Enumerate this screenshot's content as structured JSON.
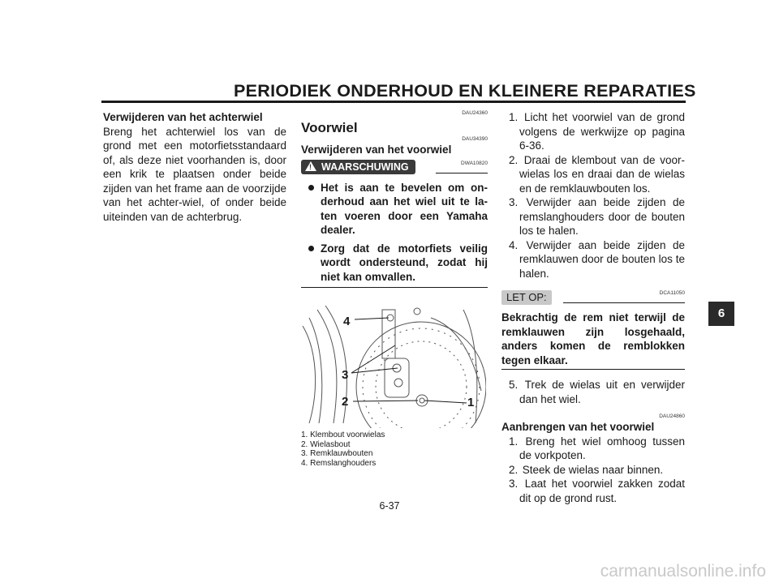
{
  "header": {
    "title": "PERIODIEK ONDERHOUD EN KLEINERE REPARATIES"
  },
  "col1": {
    "heading": "Verwijderen van het achterwiel",
    "body": "Breng het achterwiel los van de grond met een motorfietsstandaard of, als deze niet voorhanden is, door een krik te plaatsen onder beide zijden van het frame aan de voorzijde van het achter-wiel, of onder beide uiteinden van de achterbrug."
  },
  "col2": {
    "code1": "DAU24360",
    "heading": "Voorwiel",
    "code2": "DAU34390",
    "subheading": "Verwijderen van het voorwiel",
    "warning_label": "WAARSCHUWING",
    "warning_code": "DWA10820",
    "warnings": [
      "Het is aan te bevelen om on-derhoud aan het wiel uit te la-ten voeren door een Yamaha dealer.",
      "Zorg dat de motorfiets veilig wordt ondersteund, zodat hij niet kan omvallen."
    ],
    "callouts": [
      "4",
      "3",
      "2",
      "1"
    ],
    "captions": [
      "1. Klembout voorwielas",
      "2. Wielasbout",
      "3. Remklauwbouten",
      "4. Remslanghouders"
    ]
  },
  "col3": {
    "steps": [
      {
        "num": "1.",
        "text": "Licht het voorwiel van de grond volgens de werkwijze op pagina 6-36."
      },
      {
        "num": "2.",
        "text": "Draai de klembout van de voor-wielas los en draai dan de wielas en de remklauwbouten los."
      },
      {
        "num": "3.",
        "text": "Verwijder aan beide zijden de remslanghouders door de bouten los te halen."
      },
      {
        "num": "4.",
        "text": "Verwijder aan beide zijden de remklauwen door de bouten los te halen."
      }
    ],
    "notice_label": "LET OP:",
    "notice_code": "DCA11050",
    "notice_text": "Bekrachtig de rem niet terwijl de remklauwen zijn losgehaald, anders komen de remblokken tegen elkaar.",
    "step5": {
      "num": "5.",
      "text": "Trek de wielas uit en verwijder dan het wiel."
    },
    "code3": "DAU24860",
    "install_heading": "Aanbrengen van het voorwiel",
    "install_steps": [
      {
        "num": "1.",
        "text": "Breng het wiel omhoog tussen de vorkpoten."
      },
      {
        "num": "2.",
        "text": "Steek de wielas naar binnen."
      },
      {
        "num": "3.",
        "text": "Laat het voorwiel zakken zodat dit op de grond rust."
      }
    ]
  },
  "side_tab": "6",
  "page_number": "6-37",
  "watermark": "carmanualsonline.info"
}
